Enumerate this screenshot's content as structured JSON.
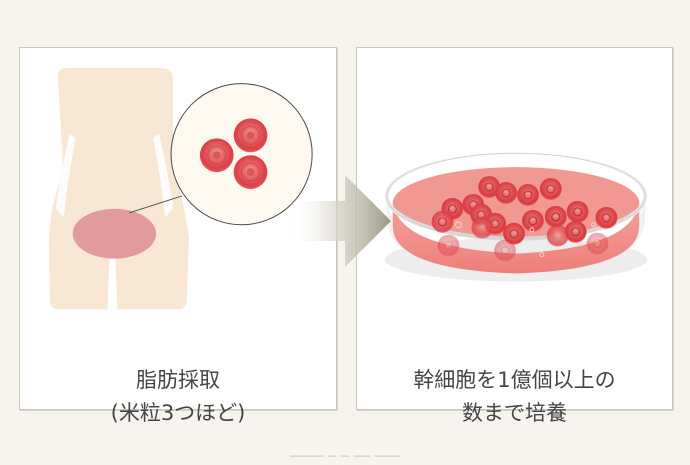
{
  "diagram": {
    "steps": [
      {
        "id": "fat-harvest",
        "caption_line1": "脂肪採取",
        "caption_line2": "(米粒3つほど)",
        "illustration": "body-silhouette-with-abdomen-magnified-fat-cells"
      },
      {
        "id": "stem-cell-culture",
        "caption_line1": "幹細胞を1億個以上の",
        "caption_line2": "数まで培養",
        "illustration": "petri-dish-with-cells"
      }
    ],
    "arrow": {
      "direction": "right",
      "icon": "arrow-right-icon"
    },
    "footer_partial_text": "──── ─ ─ ── ───"
  },
  "colors": {
    "background": "#f7f4f0",
    "panel": "#ffffff",
    "panel_border": "#c9c6bd",
    "body_silhouette": "#f8e7d2",
    "abdomen_fat": "#e39a9b",
    "magnifier_fill": "#fdf9f0",
    "cell_red": "#e0454a",
    "medium_pink": "#f08a85",
    "arrow": "#a8a48f",
    "caption_text": "#454545"
  }
}
